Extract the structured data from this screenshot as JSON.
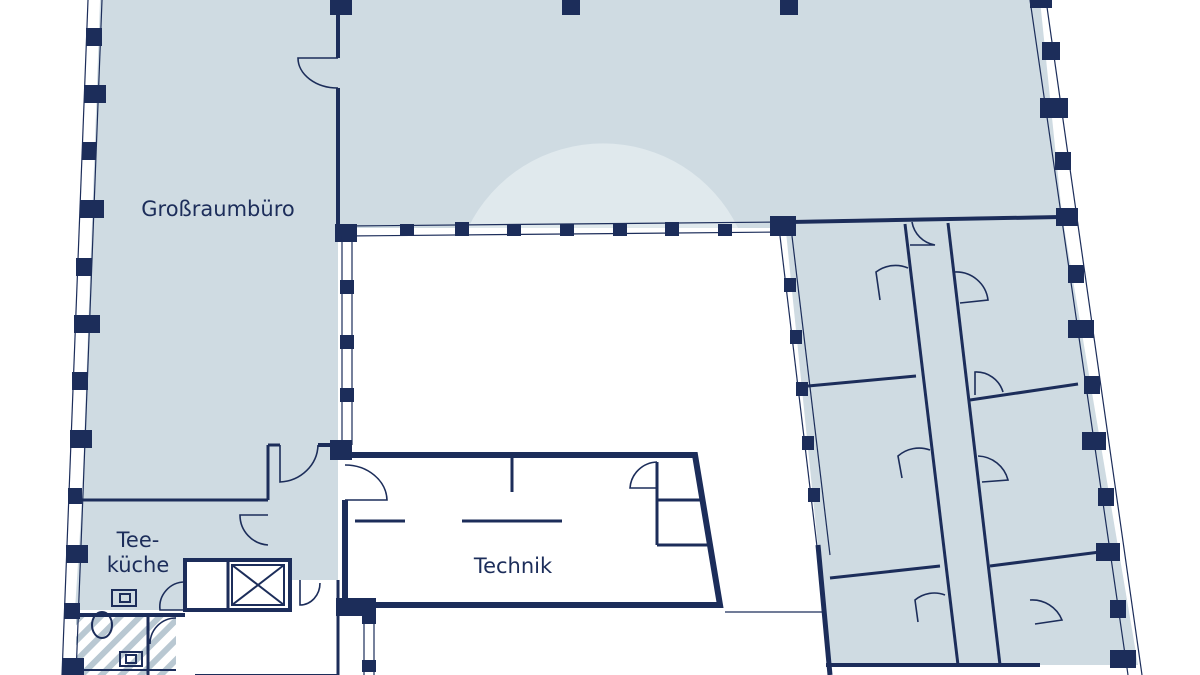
{
  "rooms": {
    "open_office": "Großraumbüro",
    "kitchen_line1": "Tee-",
    "kitchen_line2": "küche",
    "technical": "Technik"
  },
  "colors": {
    "wall": "#1c2d5a",
    "room_fill": "#cfdbe2",
    "background": "#ffffff",
    "hatch": "#b9c8d2"
  }
}
